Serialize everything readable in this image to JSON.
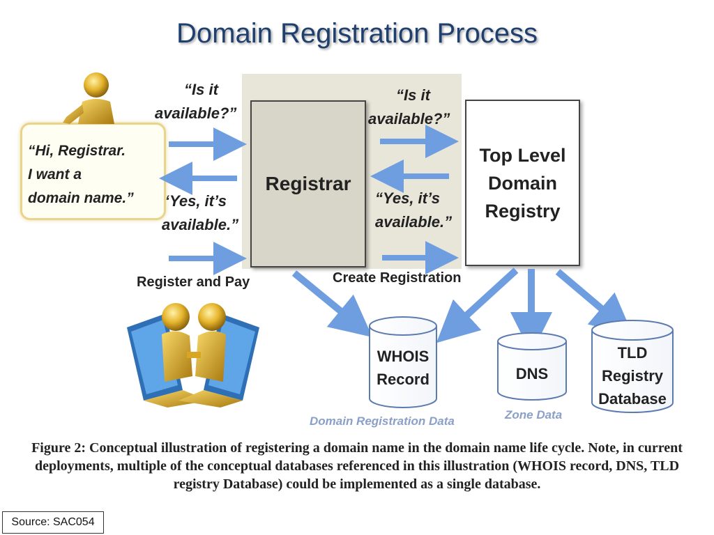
{
  "title": "Domain Registration Process",
  "registrar_label": "Registrar",
  "tld_label": [
    "Top Level",
    "Domain",
    "Registry"
  ],
  "left_quotes": {
    "ask": [
      "“Is it",
      "available?”"
    ],
    "reply": [
      "“Yes, it’s",
      "available.”"
    ]
  },
  "right_quotes": {
    "ask": [
      "“Is it",
      "available?”"
    ],
    "reply": [
      "“Yes, it’s",
      "available.”"
    ]
  },
  "bubble_text": "“Hi, Registrar.\nI want a\ndomain name.”",
  "register_pay": "Register and Pay",
  "create_registration": "Create Registration",
  "databases": {
    "whois": [
      "WHOIS",
      "Record"
    ],
    "dns": [
      "DNS"
    ],
    "tld_db": [
      "TLD",
      "Registry",
      "Database"
    ]
  },
  "domain_registration_data": "Domain Registration Data",
  "zone_data": "Zone Data",
  "caption": "Figure 2: Conceptual illustration of registering a domain name in the domain name life cycle. Note, in current deployments, multiple of the conceptual databases referenced in this illustration (WHOIS record, DNS, TLD registry Database) could be implemented as a single database.",
  "source": "Source: SAC054",
  "colors": {
    "arrow": "#6f9ee0",
    "title": "#1f3f6e",
    "figure": "#e0b830"
  }
}
